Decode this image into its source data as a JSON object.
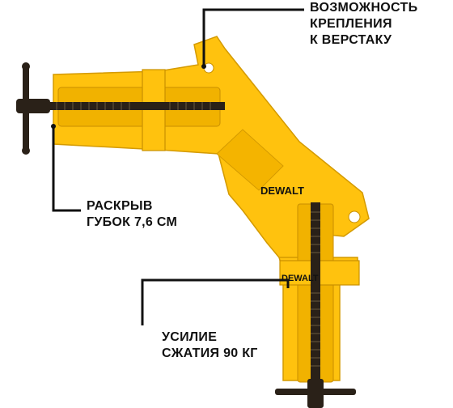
{
  "brand": {
    "logo_text": "DEWALT",
    "colors": {
      "body_yellow": "#ffc20e",
      "body_shadow": "#e0a400",
      "screw_dark": "#2a2118",
      "text": "#111111"
    }
  },
  "callouts": {
    "bench_mount": [
      "ВОЗМОЖНОСТЬ",
      "КРЕПЛЕНИЯ",
      "К ВЕРСТАКУ"
    ],
    "jaw_opening": [
      "РАСКРЫВ",
      "ГУБОК 7,6 СМ"
    ],
    "clamp_force": [
      "УСИЛИЕ",
      "СЖАТИЯ 90 КГ"
    ]
  }
}
